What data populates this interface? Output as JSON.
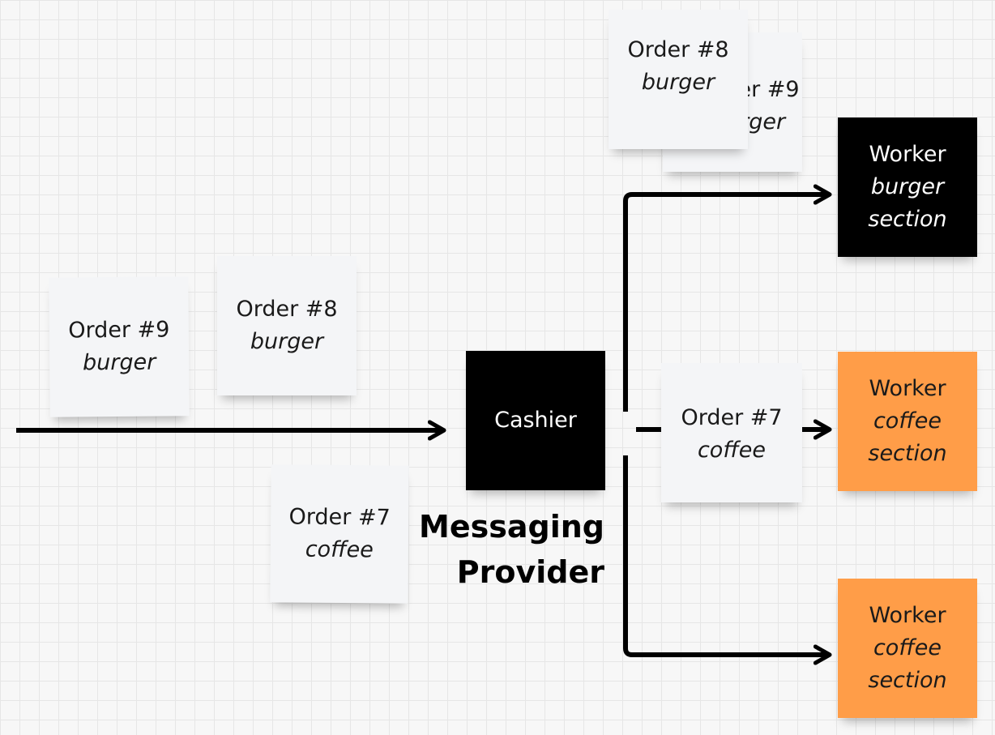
{
  "arrow_color": "#000000",
  "colors": {
    "white_note": "#f4f5f7",
    "black_note": "#000000",
    "orange_note": "#ff9d48"
  },
  "incoming": {
    "order9": {
      "line1": "Order #9",
      "line2": "burger"
    },
    "order8": {
      "line1": "Order #8",
      "line2": "burger"
    },
    "order7": {
      "line1": "Order #7",
      "line2": "coffee"
    }
  },
  "cashier": {
    "label": "Cashier"
  },
  "provider": {
    "line1": "Messaging",
    "line2": "Provider"
  },
  "queue_burger": {
    "back": {
      "line1": "Order #9",
      "line2": "burger"
    },
    "front": {
      "line1": "Order #8",
      "line2": "burger"
    }
  },
  "queue_coffee": {
    "line1": "Order #7",
    "line2": "coffee"
  },
  "workers": [
    {
      "line1": "Worker",
      "line2": "burger",
      "line3": "section"
    },
    {
      "line1": "Worker",
      "line2": "coffee",
      "line3": "section"
    },
    {
      "line1": "Worker",
      "line2": "coffee",
      "line3": "section"
    }
  ]
}
